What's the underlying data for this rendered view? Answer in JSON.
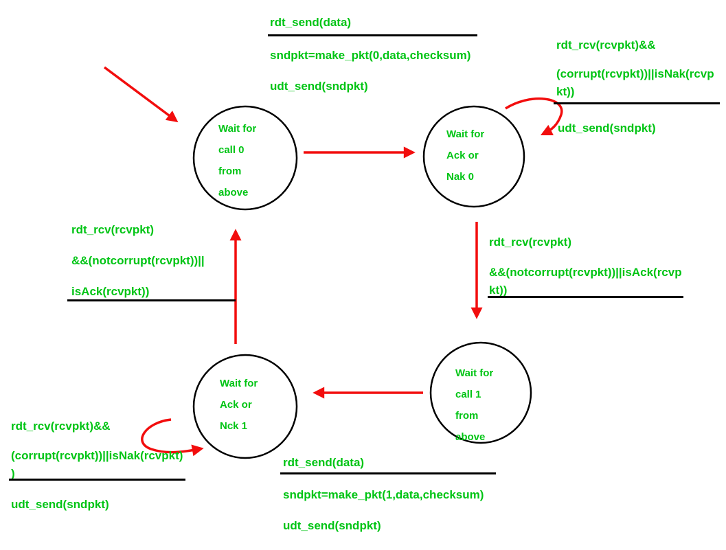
{
  "colors": {
    "state_text_green": "#00c414",
    "arrow_red": "#f20d0d",
    "separator_black": "#000000"
  },
  "states": {
    "wait_call_0": "Wait for\ncall 0\nfrom\nabove",
    "wait_ack_nak_0": "Wait for\nAck or\nNak 0",
    "wait_ack_nck_1": "Wait for\nAck or\nNck 1",
    "wait_call_1": "Wait for\ncall 1\nfrom\nabove"
  },
  "transitions": {
    "top": {
      "event": "rdt_send(data)",
      "action1": "sndpkt=make_pkt(0,data,checksum)",
      "action2": "udt_send(sndpkt)"
    },
    "top_right": {
      "event_line1": "rdt_rcv(rcvpkt)&&",
      "event_line2": "(corrupt(rcvpkt))||isNak(rcvp\nkt))",
      "action": "udt_send(sndpkt)"
    },
    "left": {
      "event_line1": "rdt_rcv(rcvpkt)",
      "event_line2": "&&(notcorrupt(rcvpkt))||",
      "event_line3": "isAck(rcvpkt))"
    },
    "right": {
      "event_line1": "rdt_rcv(rcvpkt)",
      "event_line2": "&&(notcorrupt(rcvpkt))||isAck(rcvp\nkt))"
    },
    "bottom_left": {
      "event_line1": "rdt_rcv(rcvpkt)&&",
      "event_line2": "(corrupt(rcvpkt))||isNak(rcvpkt)\n)",
      "action": "udt_send(sndpkt)"
    },
    "bottom": {
      "event": "rdt_send(data)",
      "action1": "sndpkt=make_pkt(1,data,checksum)",
      "action2": "udt_send(sndpkt)"
    }
  }
}
